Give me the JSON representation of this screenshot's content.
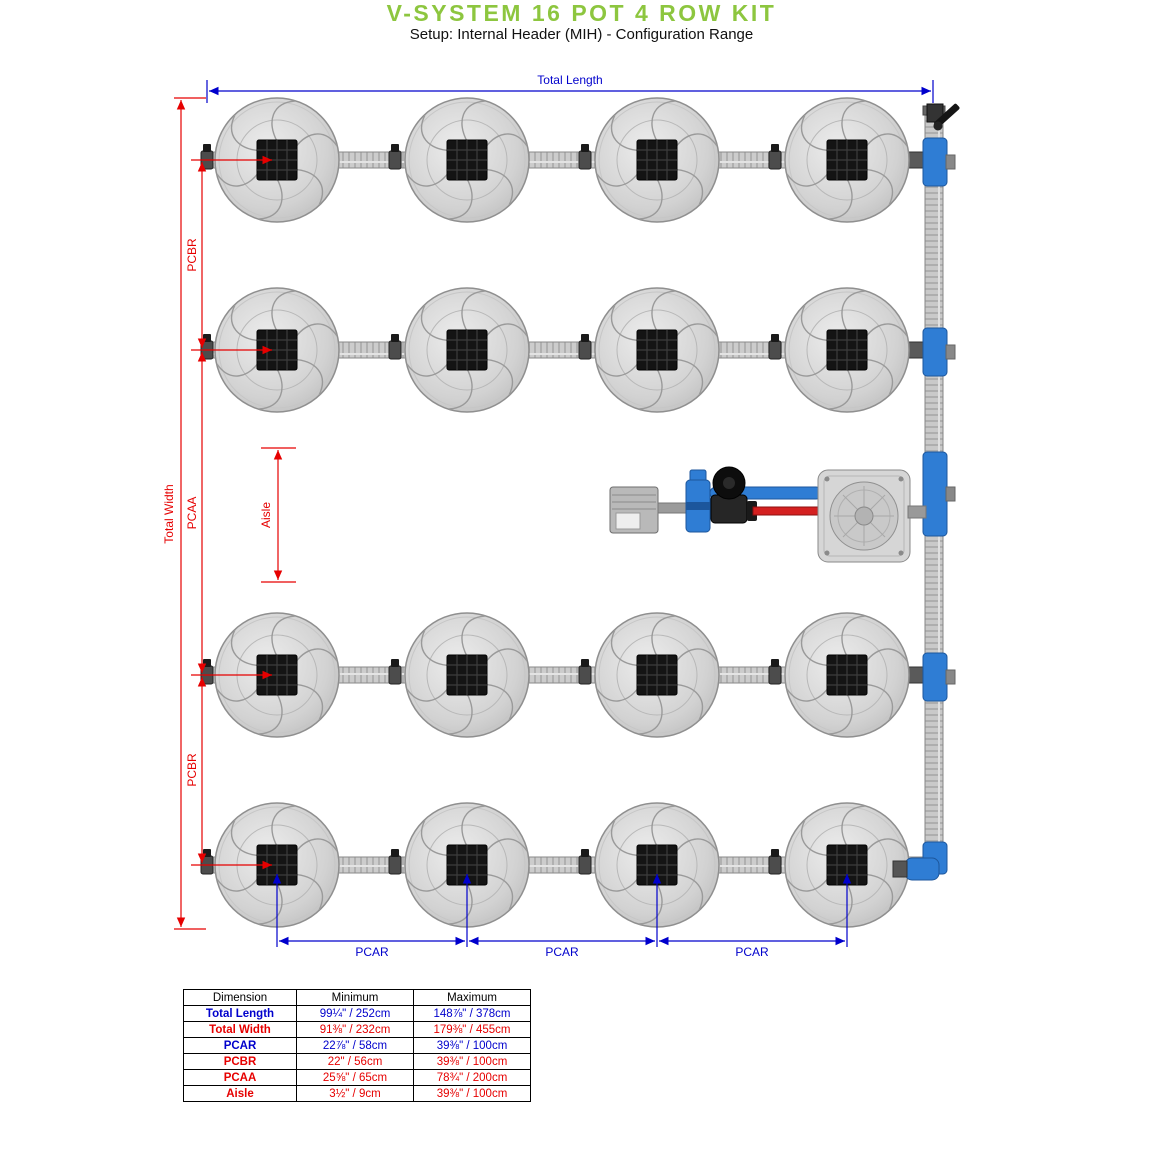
{
  "title": "V-SYSTEM 16 POT 4 ROW KIT",
  "subtitle": "Setup: Internal Header (MIH) - Configuration Range",
  "annotations": {
    "total_length": "Total Length",
    "total_width": "Total Width",
    "pcbr_top": "PCBR",
    "pcaa": "PCAA",
    "aisle": "Aisle",
    "pcbr_bottom": "PCBR",
    "pcar1": "PCAR",
    "pcar2": "PCAR",
    "pcar3": "PCAR"
  },
  "colors": {
    "title_green": "#8dc63f",
    "dim_red": "#e60000",
    "dim_blue": "#0000cc",
    "pipe_blue": "#2f7dd4"
  },
  "table": {
    "headers": [
      "Dimension",
      "Minimum",
      "Maximum"
    ],
    "rows": [
      {
        "dimension": "Total Length",
        "minimum": "99¼\" / 252cm",
        "maximum": "148⅞\" / 378cm"
      },
      {
        "dimension": "Total Width",
        "minimum": "91⅜\" / 232cm",
        "maximum": "179⅜\" / 455cm"
      },
      {
        "dimension": "PCAR",
        "minimum": "22⅞\" / 58cm",
        "maximum": "39⅜\" / 100cm"
      },
      {
        "dimension": "PCBR",
        "minimum": "22\" / 56cm",
        "maximum": "39⅜\" / 100cm"
      },
      {
        "dimension": "PCAA",
        "minimum": "25⅝\" / 65cm",
        "maximum": "78¾\" / 200cm"
      },
      {
        "dimension": "Aisle",
        "minimum": "3½\" / 9cm",
        "maximum": "39⅜\" / 100cm"
      }
    ]
  }
}
